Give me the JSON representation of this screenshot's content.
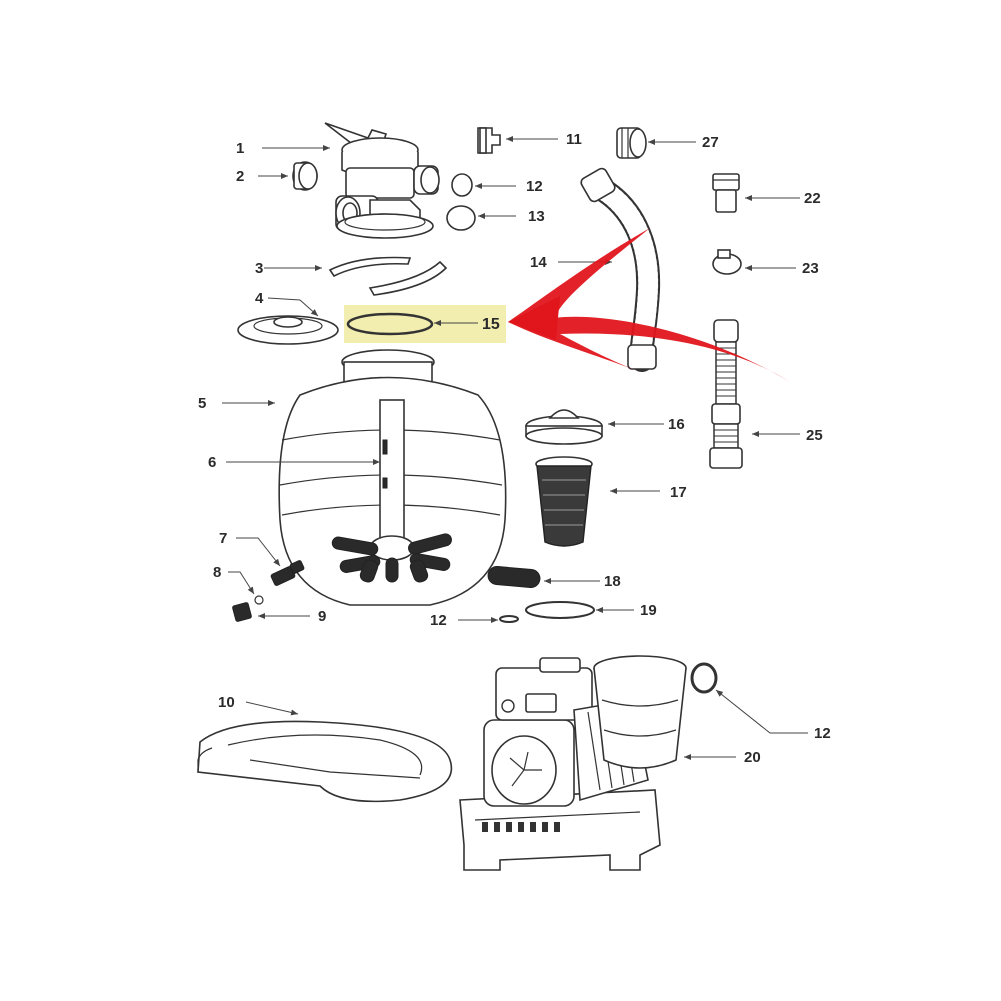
{
  "highlight": {
    "part": "15",
    "box_color": "#f2eeb0",
    "arrow_color": "#e0161c"
  },
  "labels": {
    "p1": "1",
    "p2": "2",
    "p3": "3",
    "p4": "4",
    "p5": "5",
    "p6": "6",
    "p7": "7",
    "p8": "8",
    "p9": "9",
    "p10": "10",
    "p11": "11",
    "p12a": "12",
    "p12b": "12",
    "p12c": "12",
    "p13": "13",
    "p14": "14",
    "p15": "15",
    "p16": "16",
    "p17": "17",
    "p18": "18",
    "p19": "19",
    "p20": "20",
    "p22": "22",
    "p23": "23",
    "p25": "25",
    "p27": "27"
  }
}
